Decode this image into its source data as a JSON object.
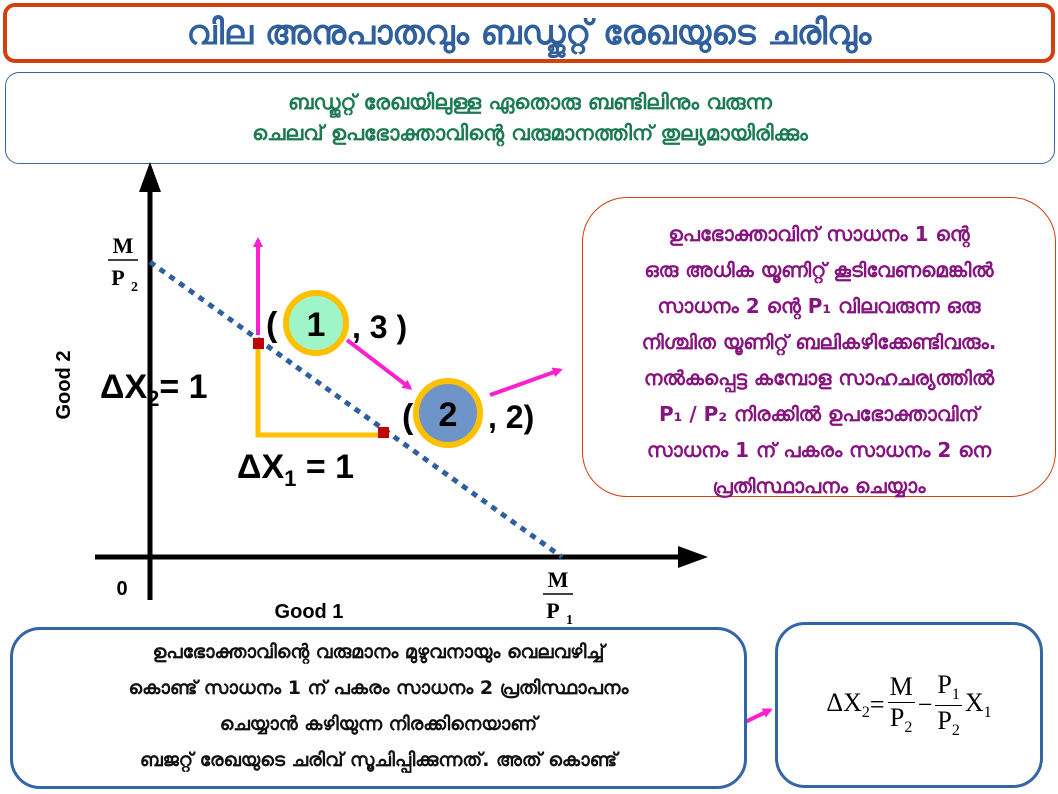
{
  "title": "വില അനുപാതവും ബഡ്ജറ്റ്  രേഖയുടെ ചരിവും",
  "info": {
    "line1": "ബഡ്ജറ്റ്   രേഖയിലുള്ള ഏതൊരു ബണ്ടിലിനും വരുന്ന",
    "line2": "ചെലവ് ഉപഭോക്താവിന്റെ വരുമാനത്തിന് തുല്യമായിരിക്കും"
  },
  "graph": {
    "y_axis_label": "Good 2",
    "x_axis_label": "Good 1",
    "origin": "0",
    "y_intercept": {
      "num": "M",
      "den": "P",
      "den_sub": "2"
    },
    "x_intercept": {
      "num": "M",
      "den": "P",
      "den_sub": "1"
    },
    "delta_x2": {
      "prefix": "ΔX",
      "sub": "2",
      "suffix": "=  1"
    },
    "delta_x1": {
      "prefix": "ΔX",
      "sub": "1",
      "suffix": " = 1"
    },
    "point1": {
      "open": "(",
      "circle": "1",
      "rest": ", 3 )"
    },
    "point2": {
      "open": "(",
      "circle": "2",
      "rest": ", 2)"
    },
    "colors": {
      "budget_line": "#2f5f9c",
      "arrow": "#ff1fce",
      "triangle": "#ffc000",
      "marker": "#c00000"
    }
  },
  "explanation": [
    "ഉപഭോക്താവിന് സാധനം 1 ന്റെ",
    "ഒരു അധിക യൂണിറ്റ് കൂടിവേണമെങ്കിൽ",
    "സാധനം 2 ന്റെ P₁  വിലവരുന്ന ഒരു",
    "നിശ്ചിത യൂണിറ്റ് ബലികഴിക്കേണ്ടിവരും.",
    "നൽകപ്പെട്ട കമ്പോള സാഹചര്യത്തിൽ",
    "P₁ / P₂ നിരക്കിൽ  ഉപഭോക്താവിന്",
    "സാധനം 1 ന് പകരം സാധനം 2 നെ",
    "പ്രതിസ്ഥാപനം ചെയ്യാം"
  ],
  "summary": [
    "ഉപഭോക്താവിന്റെ വരുമാനം മുഴുവനായും വെലവഴിച്ച്",
    "കൊണ്ട് സാധനം 1 ന് പകരം സാധനം 2 പ്രതിസ്ഥാപനം",
    "ചെയ്യാൻ കഴിയുന്ന നിരക്കിനെയാണ്",
    "ബജറ്റ് രേഖയുടെ ചരിവ്  സൂചിപ്പിക്കുന്നത്. അത് കൊണ്ട്"
  ],
  "formula": {
    "lhs": "ΔX",
    "lhs_sub": "2",
    "eq": "=",
    "t1_num": "M",
    "t1_den": "P",
    "t1_den_sub": "2",
    "minus": "−",
    "t2_num": "P",
    "t2_num_sub": "1",
    "t2_den": "P",
    "t2_den_sub": "2",
    "var": "X",
    "var_sub": "1"
  }
}
